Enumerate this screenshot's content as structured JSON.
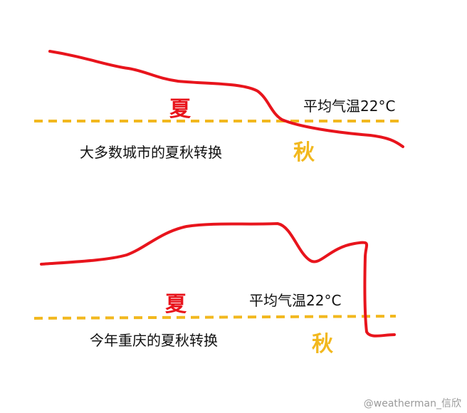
{
  "colors": {
    "temperature_curve": "#e8141c",
    "threshold_line": "#f2b81e",
    "summer_text": "#e8141c",
    "autumn_text": "#f2b81e"
  },
  "panels": [
    {
      "summer_label": "夏",
      "autumn_label": "秋",
      "threshold_label": "平均气温22°C",
      "caption": "大多数城市的夏秋转换"
    },
    {
      "summer_label": "夏",
      "autumn_label": "秋",
      "threshold_label": "平均气温22°C",
      "caption": "今年重庆的夏秋转换"
    }
  ],
  "watermark": "@weatherman_信欣"
}
